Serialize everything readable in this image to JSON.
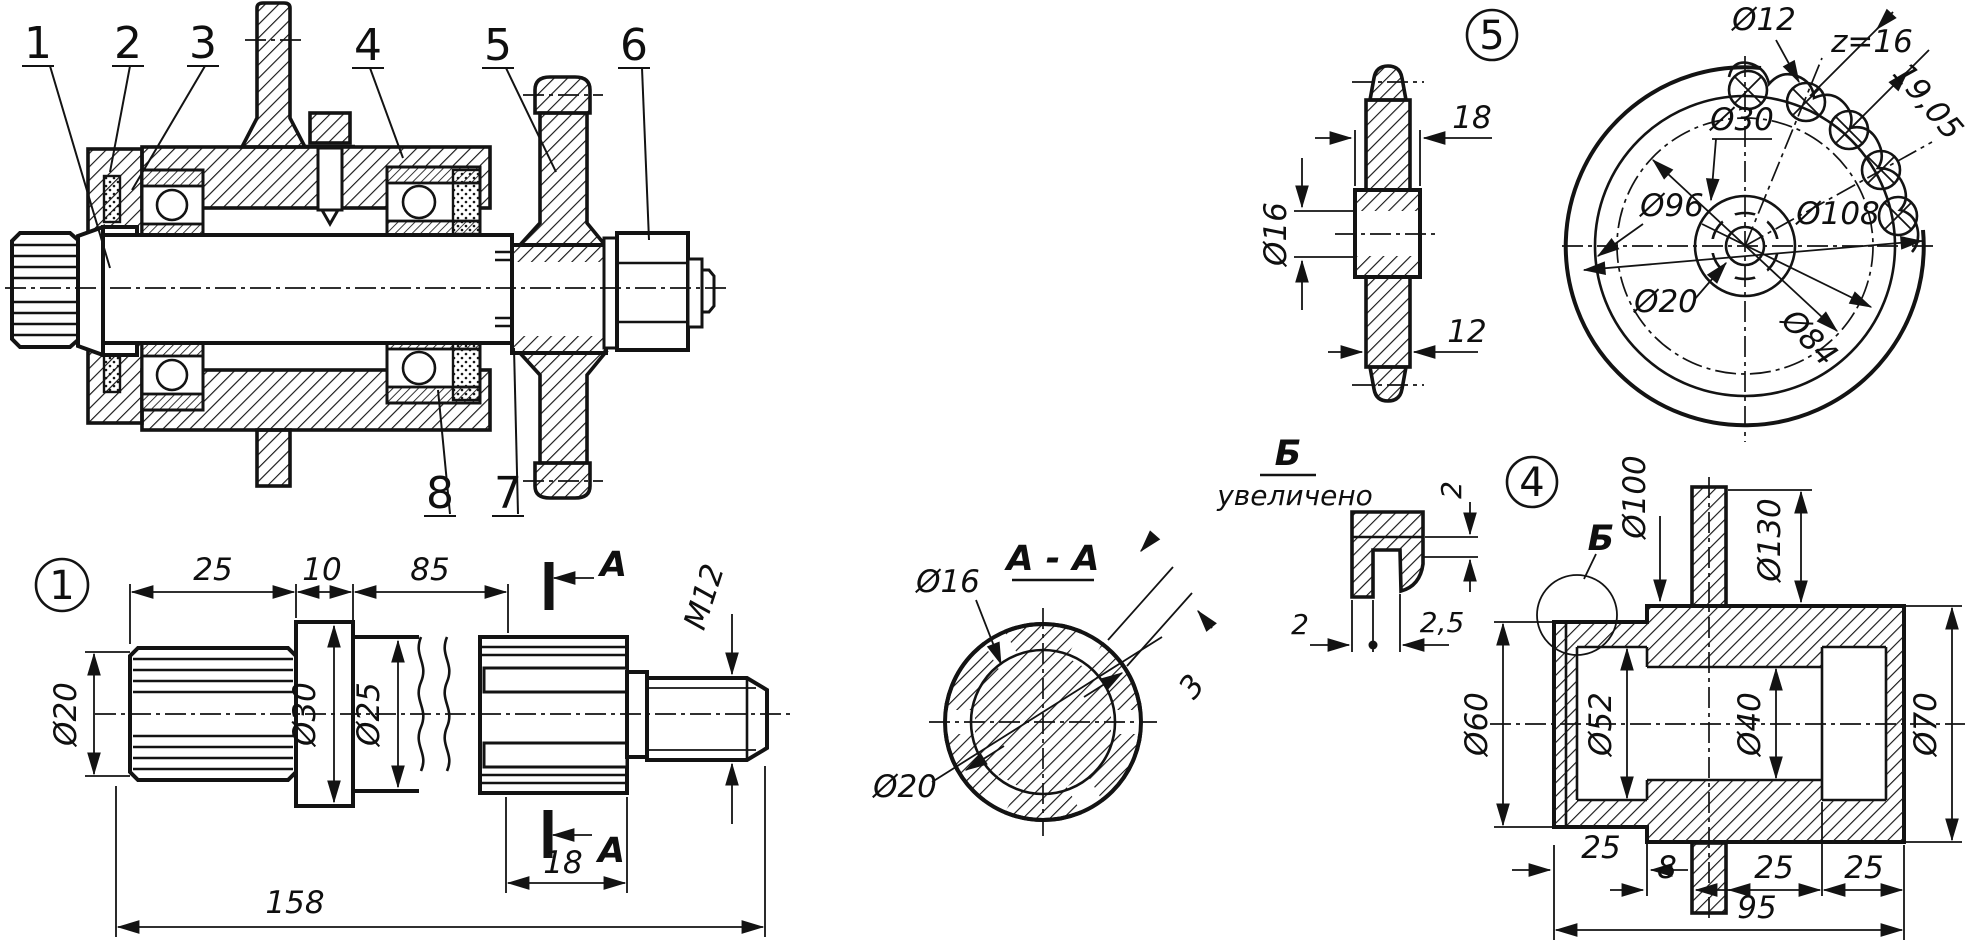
{
  "drawing": {
    "ink_color": "#131313",
    "paper_color": "#ffffff",
    "a": {
      "c1": "1",
      "c2": "2",
      "c3": "3",
      "c4": "4",
      "c5": "5",
      "c6": "6",
      "c7": "7",
      "c8": "8"
    },
    "s": {
      "num": "1",
      "l25": "25",
      "l10": "10",
      "l85": "85",
      "d20": "Ø20",
      "d30": "Ø30",
      "d25": "Ø25",
      "m12": "M12",
      "l18": "18",
      "l158": "158",
      "sec": "A"
    },
    "q": {
      "title": "A - A",
      "d16": "Ø16",
      "d20": "Ø20",
      "t3": "3"
    },
    "p": {
      "num": "5",
      "w18": "18",
      "d16": "Ø16",
      "w12": "12"
    },
    "f": {
      "d12": "Ø12",
      "z": "z=16",
      "pitch": "19,05",
      "d30": "Ø30",
      "d96": "Ø96",
      "d108": "Ø108",
      "d20": "Ø20",
      "d84": "Ø84"
    },
    "b": {
      "t": "Б",
      "sub": "увеличено",
      "w2": "2",
      "l2": "2",
      "s25": "2,5"
    },
    "h": {
      "num": "4",
      "ref": "Б",
      "d100": "Ø100",
      "d130": "Ø130",
      "d60": "Ø60",
      "d52": "Ø52",
      "d40": "Ø40",
      "d70": "Ø70",
      "l25a": "25",
      "l8": "8",
      "l25b": "25",
      "l25c": "25",
      "l95": "95"
    }
  }
}
